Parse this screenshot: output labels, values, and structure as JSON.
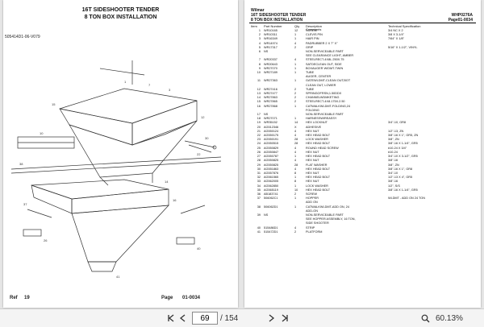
{
  "left_page": {
    "title_line1": "16T SIDESHOOTER TENDER",
    "title_line2": "8 TON BOX INSTALLATION",
    "drawing_id": "505414D1-06-V079",
    "footer_ref_label": "Ref",
    "footer_ref_value": "19",
    "footer_page_label": "Page",
    "footer_page_value": "01-0034"
  },
  "right_page": {
    "brand": "Wilmar",
    "title": "16T SIDESHOOTER TENDER",
    "subtitle": "8 TON BOX INSTALLATION",
    "doc_code": "WHP0276A",
    "page_ref": "Page01-0034",
    "columns": [
      "Item",
      "Part Number",
      "Qty",
      "Description",
      "Technical Specification"
    ],
    "sub_column": "Comments",
    "rows": [
      [
        "1",
        "WR10165",
        "12",
        "SCREW",
        "3/4 NC X 2"
      ],
      [
        "2",
        "WR10311",
        "1",
        "CLEVIS PIN",
        "3/8 X 3-1/4\""
      ],
      [
        "3",
        "WR16349",
        "1",
        "HAIR PIN",
        "7/64\" X 1/8\""
      ],
      [
        "4",
        "WR14974",
        "4",
        "PADRUBBER 2 X 7\" X\"",
        ""
      ],
      [
        "5",
        "WR17317",
        "2",
        "GRIP",
        "5/16\" X 1-1/2\", VINYL"
      ],
      [
        "6",
        "NS",
        "",
        "NON-SERVICEABLE PART",
        ""
      ],
      [
        "",
        "",
        "",
        "SEE CLEARANCE LIGHT, AMBER",
        ""
      ],
      [
        "7",
        "WR20337",
        "4",
        "STEELRECT-4X8L.250X.75",
        ""
      ],
      [
        "8",
        "WR20643",
        "1",
        "SATDECLEAN OUT, SIDE",
        ""
      ],
      [
        "9",
        "WR27070",
        "1",
        "BOXAUGER W/DMT-TWIN",
        ""
      ],
      [
        "10",
        "WR27189",
        "1",
        "TUBE",
        ""
      ],
      [
        "",
        "",
        "",
        "AUGER, CENTER",
        ""
      ],
      [
        "11",
        "WR27363",
        "1",
        "GATEWLDMT-CLEAN OUT,BOT",
        ""
      ],
      [
        "",
        "",
        "",
        "CLEAN OUT, LOWER",
        ""
      ],
      [
        "12",
        "WR27416",
        "2",
        "TUBE",
        ""
      ],
      [
        "13",
        "WR27477",
        "2",
        "SPRINGOFRSN,1.50DDX",
        ""
      ],
      [
        "14",
        "WR27863",
        "2",
        "CHANNELWDMKETING",
        ""
      ],
      [
        "15",
        "WR27865",
        "2",
        "STEELRECT-4X8.175X.2.50",
        ""
      ],
      [
        "16",
        "WR27868",
        "1",
        "CATWALKWLDMT-FOLDING,24",
        ""
      ],
      [
        "",
        "",
        "",
        "FOLDING",
        ""
      ],
      [
        "17",
        "NS",
        "",
        "NON-SERVICEABLE PART",
        ""
      ],
      [
        "18",
        "WR27071",
        "1",
        "HARNESSWIREASSY",
        ""
      ],
      [
        "19",
        "WR35152",
        "14",
        "HEX LOCKNUT",
        "3/4\"-10, GR8"
      ],
      [
        "20",
        "AG512346",
        "X",
        "ADHESIVE",
        ""
      ],
      [
        "21",
        "AG550124",
        "4",
        "HEX NUT",
        "1/2\"-13, ZN"
      ],
      [
        "22",
        "AG550175",
        "4",
        "HEX HEAD BOLT",
        "3/8\"-16 X 1\", GR5, ZN"
      ],
      [
        "23",
        "AG550191",
        "28",
        "LOCK WASHER",
        "3/8\", ZN"
      ],
      [
        "24",
        "AG550515",
        "28",
        "HEX HEAD BOLT",
        "3/8\"-16 X 1-1/4\", GR5"
      ],
      [
        "25",
        "AG550829",
        "4",
        "ROUND HEAD SCREW",
        "#10-24 X 3/4\""
      ],
      [
        "26",
        "AG550847",
        "4",
        "HEX NUT",
        "#10-24"
      ],
      [
        "27",
        "AG550787",
        "1",
        "HEX HEAD BOLT",
        "3/4\"-10 X 3-1/2\", GR5"
      ],
      [
        "28",
        "AG550825",
        "4",
        "HEX NUT",
        "3/8\"-16"
      ],
      [
        "29",
        "AG550825",
        "28",
        "FLAT WASHER",
        "3/8\", ZN"
      ],
      [
        "30",
        "AG551863",
        "4",
        "HEX HEAD BOLT",
        "3/8\"-16 X 1\", GR8"
      ],
      [
        "31",
        "AG557876",
        "8",
        "HEX NUT",
        "3/4\"-10"
      ],
      [
        "32",
        "AG561565",
        "1",
        "HEX HEAD BOLT",
        "1/2\"-13 X 4\", GR5"
      ],
      [
        "33",
        "AG562005",
        "8",
        "HEX NUT",
        "3/8\"-16"
      ],
      [
        "34",
        "AG562850",
        "1",
        "LOCK WASHER",
        "1/2\", S/S"
      ],
      [
        "35",
        "AG565119",
        "10",
        "HEX HEAD BOLT",
        "3/8\"-16 X 1-1/4\", GR5"
      ],
      [
        "36",
        "AB183741",
        "2",
        "SCREW",
        ""
      ],
      [
        "37",
        "506062C1",
        "1",
        "HOPPER",
        "WLDMT - ADD ON 24 TON"
      ],
      [
        "",
        "",
        "",
        "ADD ON",
        ""
      ],
      [
        "38",
        "506062D1",
        "1",
        "CATWALKWLDMT-ADD ON, 24",
        ""
      ],
      [
        "",
        "",
        "",
        "ADD-ON",
        ""
      ],
      [
        "39",
        "NS",
        "",
        "NON-SERVICEABLE PART",
        ""
      ],
      [
        "",
        "",
        "",
        "SEE HOPPER ASSEMBLY, 16 TON,",
        ""
      ],
      [
        "",
        "",
        "",
        "SIDE SHOOTER",
        ""
      ],
      [
        "40",
        "515486D1",
        "4",
        "STRIP",
        ""
      ],
      [
        "41",
        "515472D1",
        "2",
        "PLATFORM",
        ""
      ]
    ]
  },
  "toolbar": {
    "current_page": "69",
    "total_pages": "/ 154",
    "zoom": "60.13%"
  },
  "colors": {
    "background": "#e6e6e6",
    "page": "#ffffff",
    "toolbar": "#f4f4f4"
  }
}
